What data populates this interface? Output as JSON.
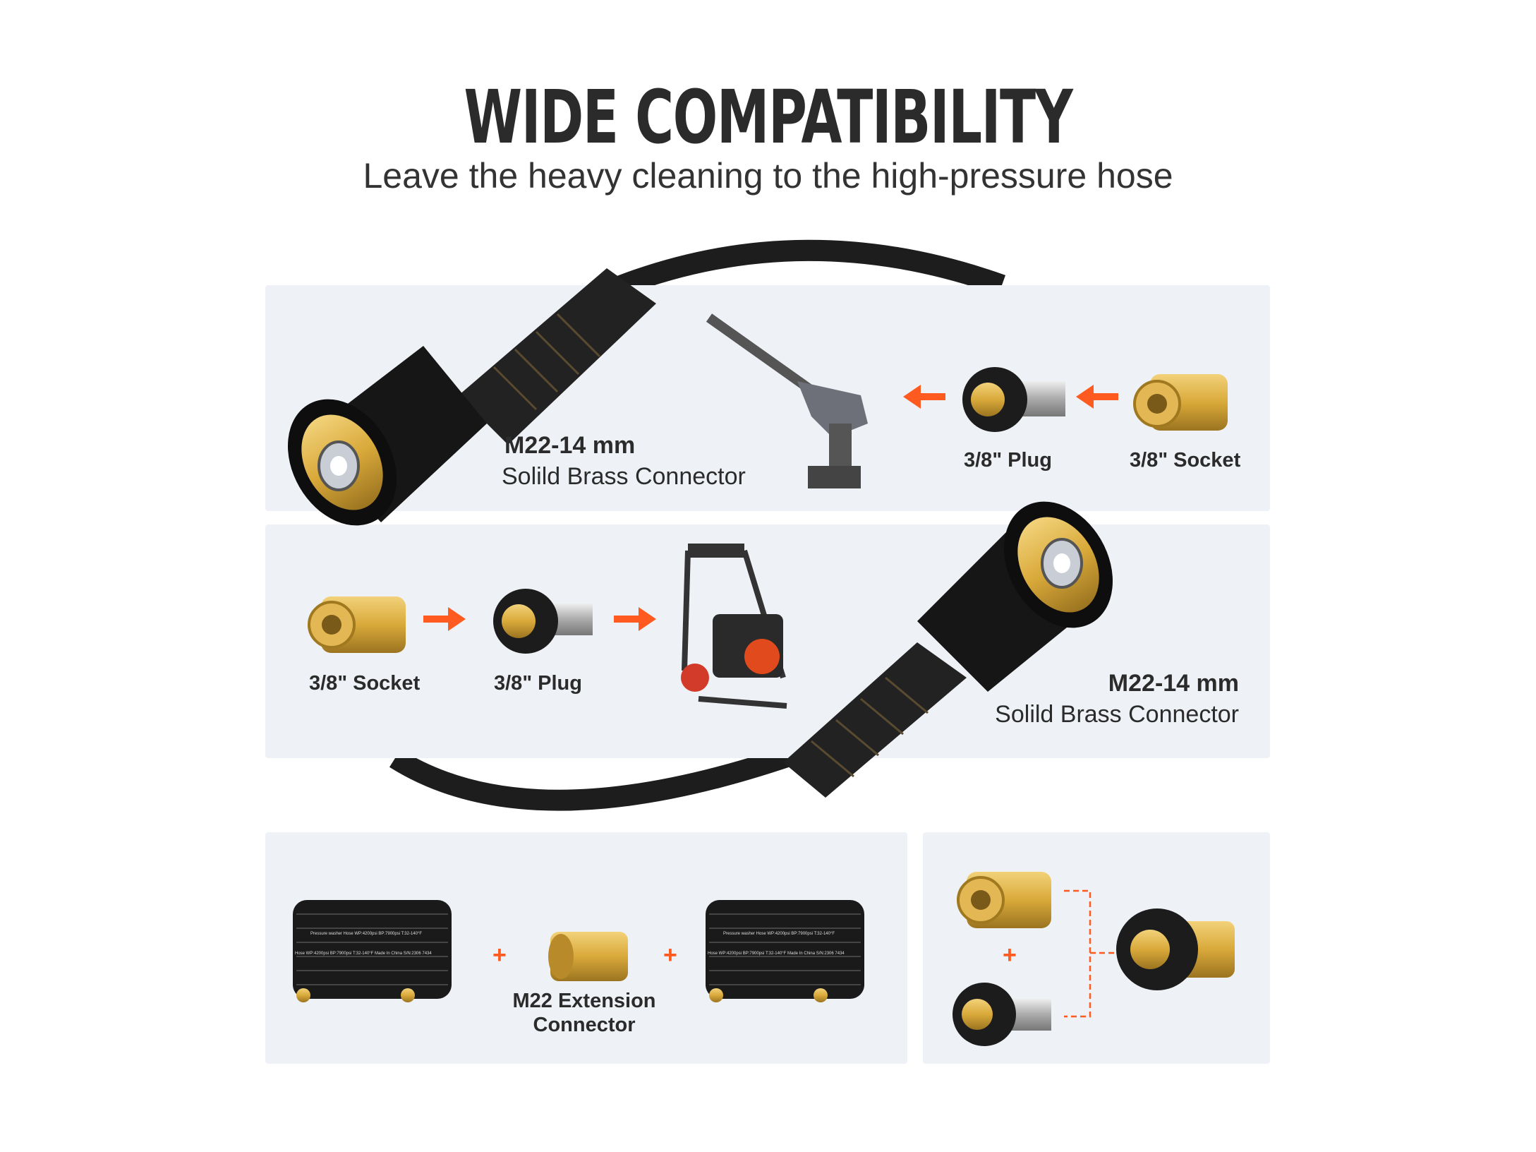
{
  "header": {
    "title": "WIDE COMPATIBILITY",
    "subtitle": "Leave the heavy cleaning to the high-pressure hose"
  },
  "panel_top": {
    "connector_size": "M22-14 mm",
    "connector_desc": "Solild Brass Connector",
    "plug_label": "3/8\" Plug",
    "socket_label": "3/8\" Socket"
  },
  "panel_middle": {
    "socket_label": "3/8\" Socket",
    "plug_label": "3/8\" Plug",
    "connector_size": "M22-14 mm",
    "connector_desc": "Solild Brass Connector"
  },
  "panel_bottom_left": {
    "plus": "+",
    "extension_label_1": "M22 Extension",
    "extension_label_2": "Connector",
    "hose_print_1": "Pressure washer Hose WP:4200psi BP:7900psi T:32-140°F",
    "hose_print_2": "Hose WP:4200psi BP:7900psi T:32-140°F Made In China S/N:2306 7434"
  },
  "panel_bottom_right": {
    "plus": "+"
  },
  "colors": {
    "panel": "#eef1f5",
    "accent": "#ff5a1f",
    "brass": "#d9a93a",
    "hose": "#1a1a1a"
  }
}
